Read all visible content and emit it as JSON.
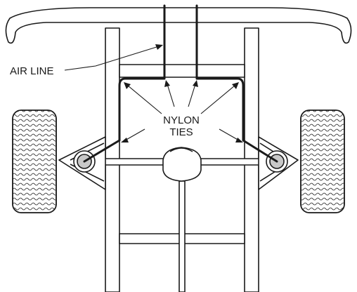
{
  "labels": {
    "air_line": "AIR LINE",
    "nylon": "NYLON",
    "ties": "TIES"
  },
  "colors": {
    "line": "#1a1a1a",
    "background": "#ffffff",
    "tire_fill": "#f2f2f2"
  }
}
